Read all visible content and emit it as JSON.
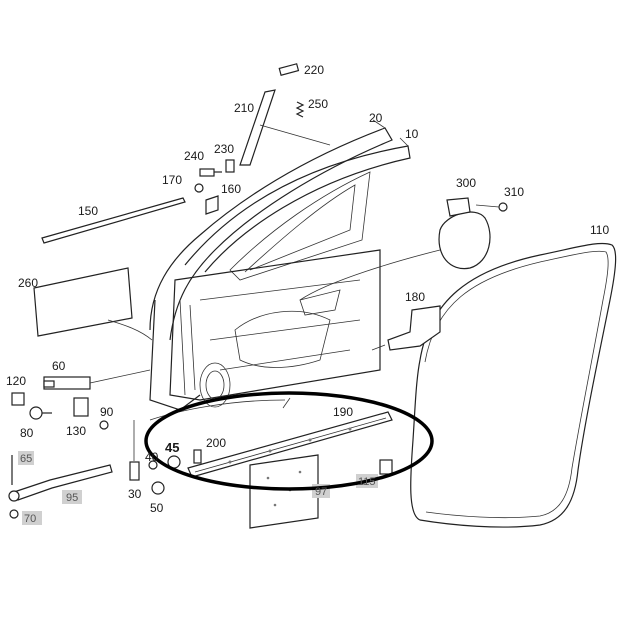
{
  "diagram": {
    "background": "#ffffff",
    "line_color": "#222222",
    "highlight_color": "#000000",
    "label_box_color": "#d0d0d0"
  },
  "labels": {
    "l220": "220",
    "l210": "210",
    "l250": "250",
    "l20": "20",
    "l10": "10",
    "l240": "240",
    "l230": "230",
    "l170": "170",
    "l160": "160",
    "l150": "150",
    "l300": "300",
    "l310": "310",
    "l110": "110",
    "l260": "260",
    "l180": "180",
    "l60": "60",
    "l120": "120",
    "l80": "80",
    "l130": "130",
    "l90": "90",
    "l190": "190",
    "l45": "45",
    "l200": "200",
    "l40": "40",
    "l65": "65",
    "l95": "95",
    "l30": "30",
    "l50": "50",
    "l97": "97",
    "l115": "115",
    "l70": "70"
  }
}
